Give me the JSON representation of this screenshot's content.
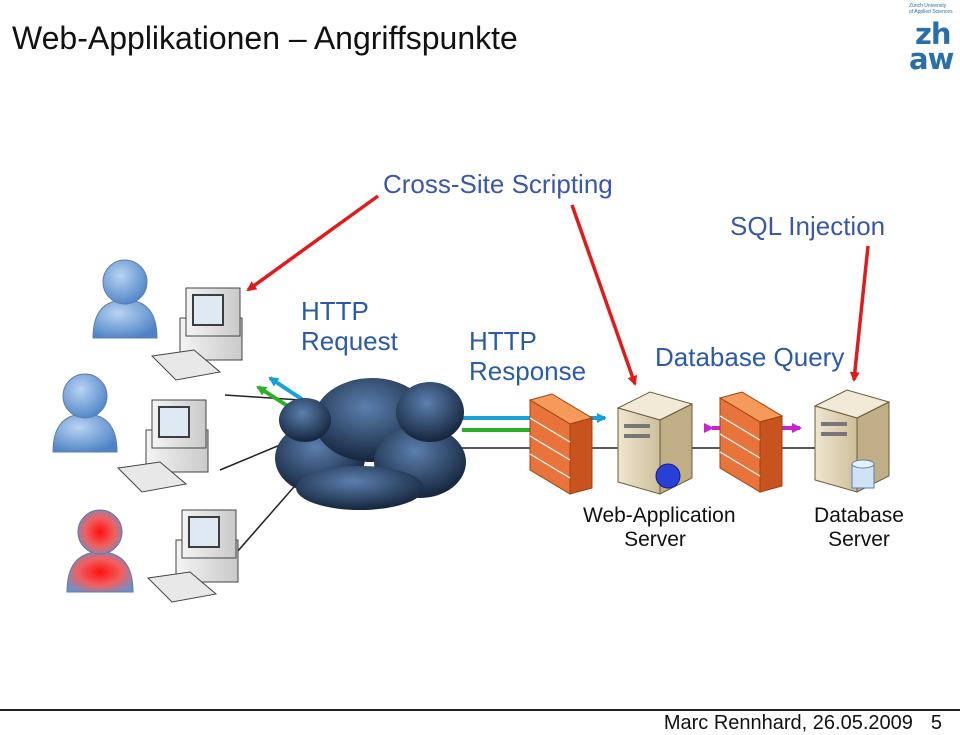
{
  "slide": {
    "title": "Web-Applikationen – Angriffspunkte",
    "page_number": "5",
    "author_date": "Marc Rennhard, 26.05.2009"
  },
  "logo": {
    "line1": "Zürich University",
    "line2": "of Applied Sciences",
    "mark_top": "zh",
    "mark_bottom": "aw"
  },
  "labels": {
    "xss": "Cross-Site Scripting",
    "sqli": "SQL Injection",
    "http_request_1": "HTTP",
    "http_request_2": "Request",
    "http_response_1": "HTTP",
    "http_response_2": "Response",
    "db_query": "Database Query",
    "webapp_server_1": "Web-Application",
    "webapp_server_2": "Server",
    "db_server_1": "Database",
    "db_server_2": "Server"
  },
  "colors": {
    "attack_arrow": "#e01b1b",
    "request_arrow": "#1aa0d8",
    "response_arrow": "#2bb02b",
    "db_arrow": "#cc22cc",
    "attacker_user": "#e02020",
    "normal_user": "#6a9fd8"
  },
  "icons": [
    "user-icon",
    "attacker-icon",
    "computer-icon",
    "internet-cloud-icon",
    "firewall-icon",
    "web-server-icon",
    "database-server-icon"
  ]
}
